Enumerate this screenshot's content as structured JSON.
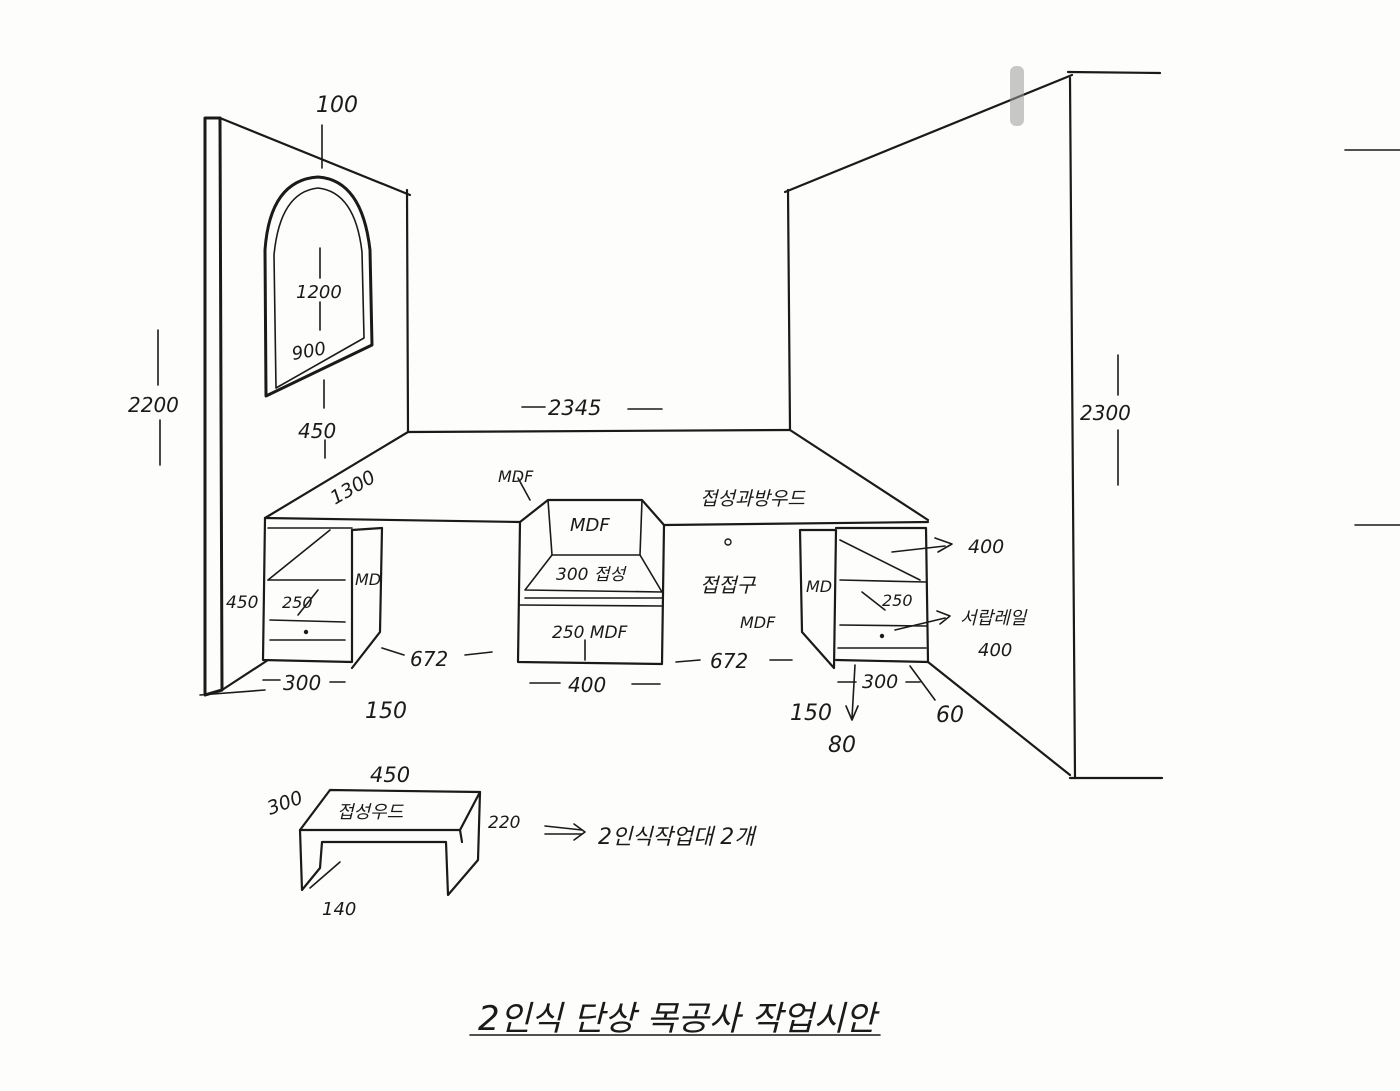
{
  "title": "2인식 단상 목공사 작업시안",
  "wall_left": {
    "height": "2200",
    "window_top": "100",
    "window_height": "1200",
    "window_width": "900",
    "window_sill": "450"
  },
  "wall_right": {
    "height": "2300"
  },
  "floor": {
    "width": "2345",
    "depth": "1300"
  },
  "cabinet": {
    "top_label": "MDF",
    "center_top": "MDF",
    "desk_label": "접성과방우드",
    "shelf_label": "300 접성",
    "bottom_label": "250 MDF",
    "right_label": "접접구",
    "right_mdf": "MDF",
    "left_side": "MD",
    "right_side": "MD",
    "left_height": "450",
    "left_shelf": "250",
    "right_shelf": "250",
    "right_top": "400",
    "drawer_rail": "서랍레일",
    "drawer_rail_len": "400",
    "gap_left": "672",
    "gap_right": "672",
    "center_width": "400",
    "left_depth": "300",
    "right_depth": "300",
    "left_leg": "150",
    "right_leg": "150",
    "right_offset": "80",
    "right_toe": "60"
  },
  "stool": {
    "width": "450",
    "depth": "300",
    "height": "220",
    "leg": "140",
    "label": "접성우드",
    "note": "2인식작업대 2개",
    "arrow": "⇒"
  }
}
